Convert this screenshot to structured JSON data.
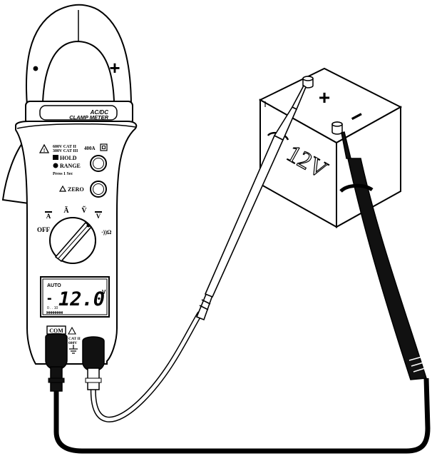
{
  "clamp": {
    "polarity_left": "•",
    "polarity_right": "+",
    "label_line1": "AC/DC",
    "label_line2": "CLAMP  METER"
  },
  "ratings": {
    "line1": "600V CAT II",
    "line2": "300V CAT III",
    "current": "400A",
    "square": "◻"
  },
  "buttons": {
    "hold": "HOLD",
    "range": "RANGE",
    "press": "Press 1 Sec",
    "zero": "ZERO"
  },
  "dial": {
    "off": "OFF",
    "a_dc": "A",
    "a_ac": "Ã",
    "v_ac": "Ṽ",
    "v_dc": "V",
    "ohm": "·))Ω"
  },
  "lcd": {
    "mode": "AUTO",
    "sign": "-",
    "reading": "12.0",
    "unit": "V",
    "scale": "0 . . 10"
  },
  "jacks": {
    "com": "COM",
    "cat_line1": "CAT II",
    "cat_line2": "600V"
  },
  "battery": {
    "plus": "+",
    "minus": "−",
    "voltage": "12V"
  },
  "colors": {
    "outline": "#000000",
    "body_fill": "#ffffff",
    "black_lead": "#111111"
  }
}
